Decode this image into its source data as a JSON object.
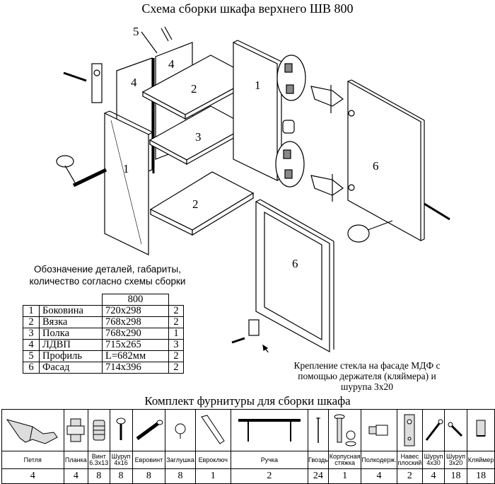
{
  "title": "Схема сборки шкафа верхнего ШВ 800",
  "diagram_labels": {
    "part1_left": "1",
    "part1_right": "1",
    "part2_top": "2",
    "part2_bottom": "2",
    "part3": "3",
    "part4_a": "4",
    "part4_b": "4",
    "part5": "5",
    "part6_frame": "6",
    "part6_facade": "6"
  },
  "parts_caption": "Обозначение деталей, габариты, количество согласно схемы сборки",
  "parts_table": {
    "header": "800",
    "rows": [
      {
        "num": "1",
        "name": "Боковина",
        "size": "720х298",
        "qty": "2"
      },
      {
        "num": "2",
        "name": "Вязка",
        "size": "768х298",
        "qty": "2"
      },
      {
        "num": "3",
        "name": "Полка",
        "size": "768х290",
        "qty": "1"
      },
      {
        "num": "4",
        "name": "ЛДВП",
        "size": "715х265",
        "qty": "3"
      },
      {
        "num": "5",
        "name": "Профиль",
        "size": "L=682мм",
        "qty": "2"
      },
      {
        "num": "6",
        "name": "Фасад",
        "size": "714х396",
        "qty": "2"
      }
    ]
  },
  "glass_note": "Крепление стекла на фасаде МДФ с помощью держателя (кляймера) и шурупа 3х20",
  "kit_title": "Комплект фурнитуры для сборки шкафа",
  "kit": [
    {
      "icon": "hinge-icon",
      "name": "Петля",
      "qty": "4"
    },
    {
      "icon": "mounting-plate-icon",
      "name": "Планка",
      "qty": "4"
    },
    {
      "icon": "screw-6-3x13-icon",
      "name": "Винт 6.3х13",
      "qty": "8"
    },
    {
      "icon": "screw-4x16-icon",
      "name": "Шуруп 4х16",
      "qty": "8"
    },
    {
      "icon": "euroscrew-icon",
      "name": "Евровинт",
      "qty": "8"
    },
    {
      "icon": "cap-icon",
      "name": "Заглушка",
      "qty": "8"
    },
    {
      "icon": "hex-key-icon",
      "name": "Евроключ",
      "qty": "1"
    },
    {
      "icon": "handle-icon",
      "name": "Ручка",
      "qty": "2"
    },
    {
      "icon": "nail-icon",
      "name": "Гвоздь",
      "qty": "24"
    },
    {
      "icon": "cabinet-tie-icon",
      "name": "Корпусная стяжка",
      "qty": "1"
    },
    {
      "icon": "shelf-support-icon",
      "name": "Полкодерж.",
      "qty": "4"
    },
    {
      "icon": "flat-hanger-icon",
      "name": "Навес плоский",
      "qty": "2"
    },
    {
      "icon": "screw-4x30-icon",
      "name": "Шуруп 4х30",
      "qty": "4"
    },
    {
      "icon": "screw-3x20-icon",
      "name": "Шуруп 3х20",
      "qty": "18"
    },
    {
      "icon": "glass-clip-icon",
      "name": "Кляймер",
      "qty": "18"
    }
  ]
}
